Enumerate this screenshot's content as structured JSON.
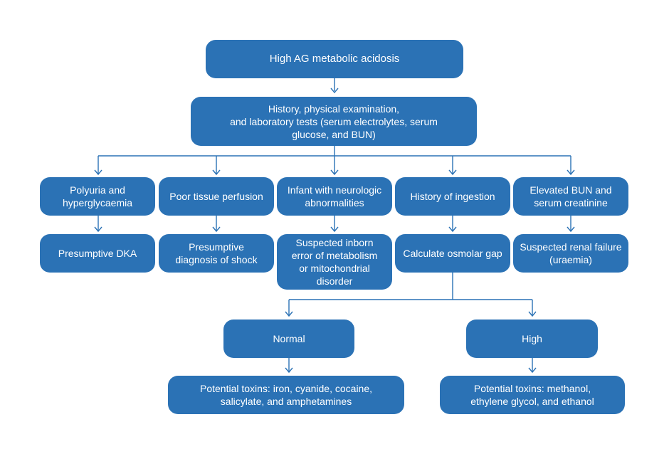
{
  "nodes": {
    "root": "High AG metabolic acidosis",
    "history": [
      "History, physical examination,",
      "and laboratory tests (serum electrolytes, serum",
      "glucose, and BUN)"
    ],
    "polyuria": [
      "Polyuria and",
      "hyperglycaemia"
    ],
    "poor_perfusion": "Poor tissue perfusion",
    "infant": [
      "Infant with neurologic",
      "abnormalities"
    ],
    "ingestion": "History of ingestion",
    "elevated_bun": [
      "Elevated BUN and",
      "serum creatinine"
    ],
    "dka": "Presumptive DKA",
    "shock": [
      "Presumptive",
      "diagnosis of shock"
    ],
    "inborn": [
      "Suspected inborn",
      "error of metabolism",
      "or mitochondrial",
      "disorder"
    ],
    "osmolar": "Calculate osmolar gap",
    "renal": [
      "Suspected renal failure",
      "(uraemia)"
    ],
    "normal": "Normal",
    "high": "High",
    "toxins_normal": [
      "Potential toxins: iron, cyanide, cocaine,",
      "salicylate, and amphetamines"
    ],
    "toxins_high": [
      "Potential toxins: methanol,",
      "ethylene glycol, and ethanol"
    ]
  },
  "colors": {
    "node_fill": "#2b72b5",
    "node_text": "#ffffff",
    "edge": "#2b72b5"
  }
}
